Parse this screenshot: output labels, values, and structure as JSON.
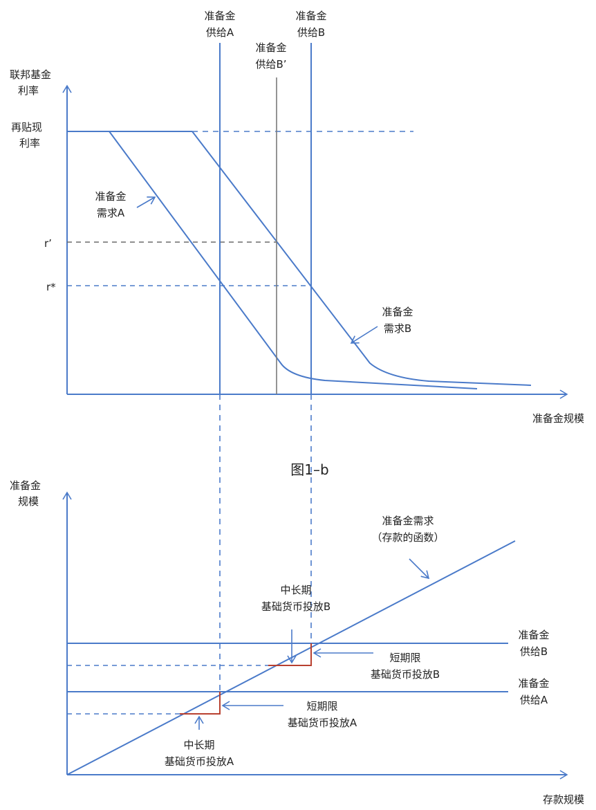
{
  "colors": {
    "line": "#4a7ac9",
    "curve_gray": "#7a7a7a",
    "dash": "#4a7ac9",
    "red": "#b8402f",
    "text": "#222222"
  },
  "figure_caption": "图1–b",
  "top_panel": {
    "y_axis_label": [
      "联邦基金",
      "利率"
    ],
    "x_axis_label": "准备金规模",
    "discount_rate_label": [
      "再贴现",
      "利率"
    ],
    "r_prime_label": "r’",
    "r_star_label": "r*",
    "supply_a_label": [
      "准备金",
      "供给A"
    ],
    "supply_b_label": [
      "准备金",
      "供给B"
    ],
    "supply_b_prime_label": [
      "准备金",
      "供给B’"
    ],
    "demand_a_label": [
      "准备金",
      "需求A"
    ],
    "demand_b_label": [
      "准备金",
      "需求B"
    ]
  },
  "bottom_panel": {
    "y_axis_label": [
      "准备金",
      "规模"
    ],
    "x_axis_label": "存款规模",
    "demand_label": [
      "准备金需求",
      "（存款的函数）"
    ],
    "supply_b_label": [
      "准备金",
      "供给B"
    ],
    "supply_a_label": [
      "准备金",
      "供给A"
    ],
    "long_term_b_label": [
      "中长期",
      "基础货币投放B"
    ],
    "short_term_b_label": [
      "短期限",
      "基础货币投放B"
    ],
    "short_term_a_label": [
      "短期限",
      "基础货币投放A"
    ],
    "long_term_a_label": [
      "中长期",
      "基础货币投放A"
    ]
  }
}
